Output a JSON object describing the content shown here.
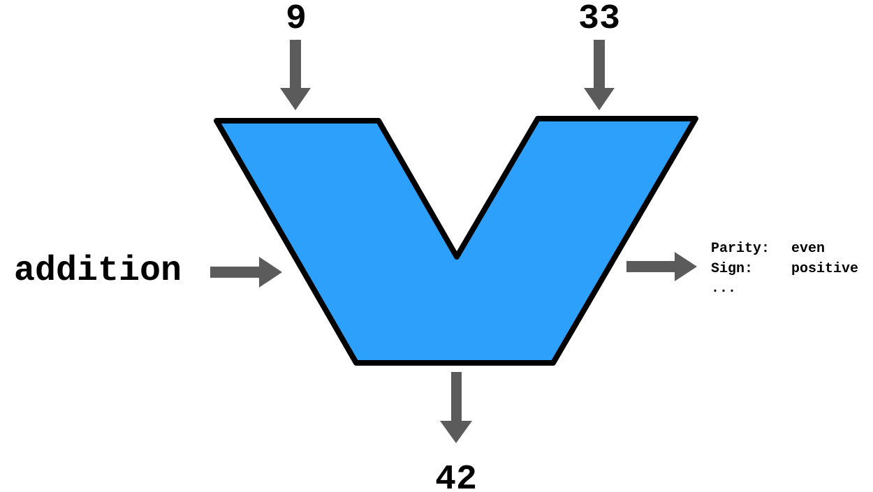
{
  "inputs": {
    "a": "9",
    "b": "33",
    "operation": "addition"
  },
  "output": {
    "result": "42",
    "flags": [
      {
        "label": "Parity:",
        "value": "even"
      },
      {
        "label": "Sign:",
        "value": "positive"
      }
    ],
    "more": "..."
  },
  "colors": {
    "alu_fill": "#2ca0fb",
    "alu_stroke": "#000000",
    "arrow": "#5b5b5b",
    "text": "#000000",
    "background": "#ffffff"
  },
  "icons": {
    "arrow_shape": "block-arrow"
  }
}
